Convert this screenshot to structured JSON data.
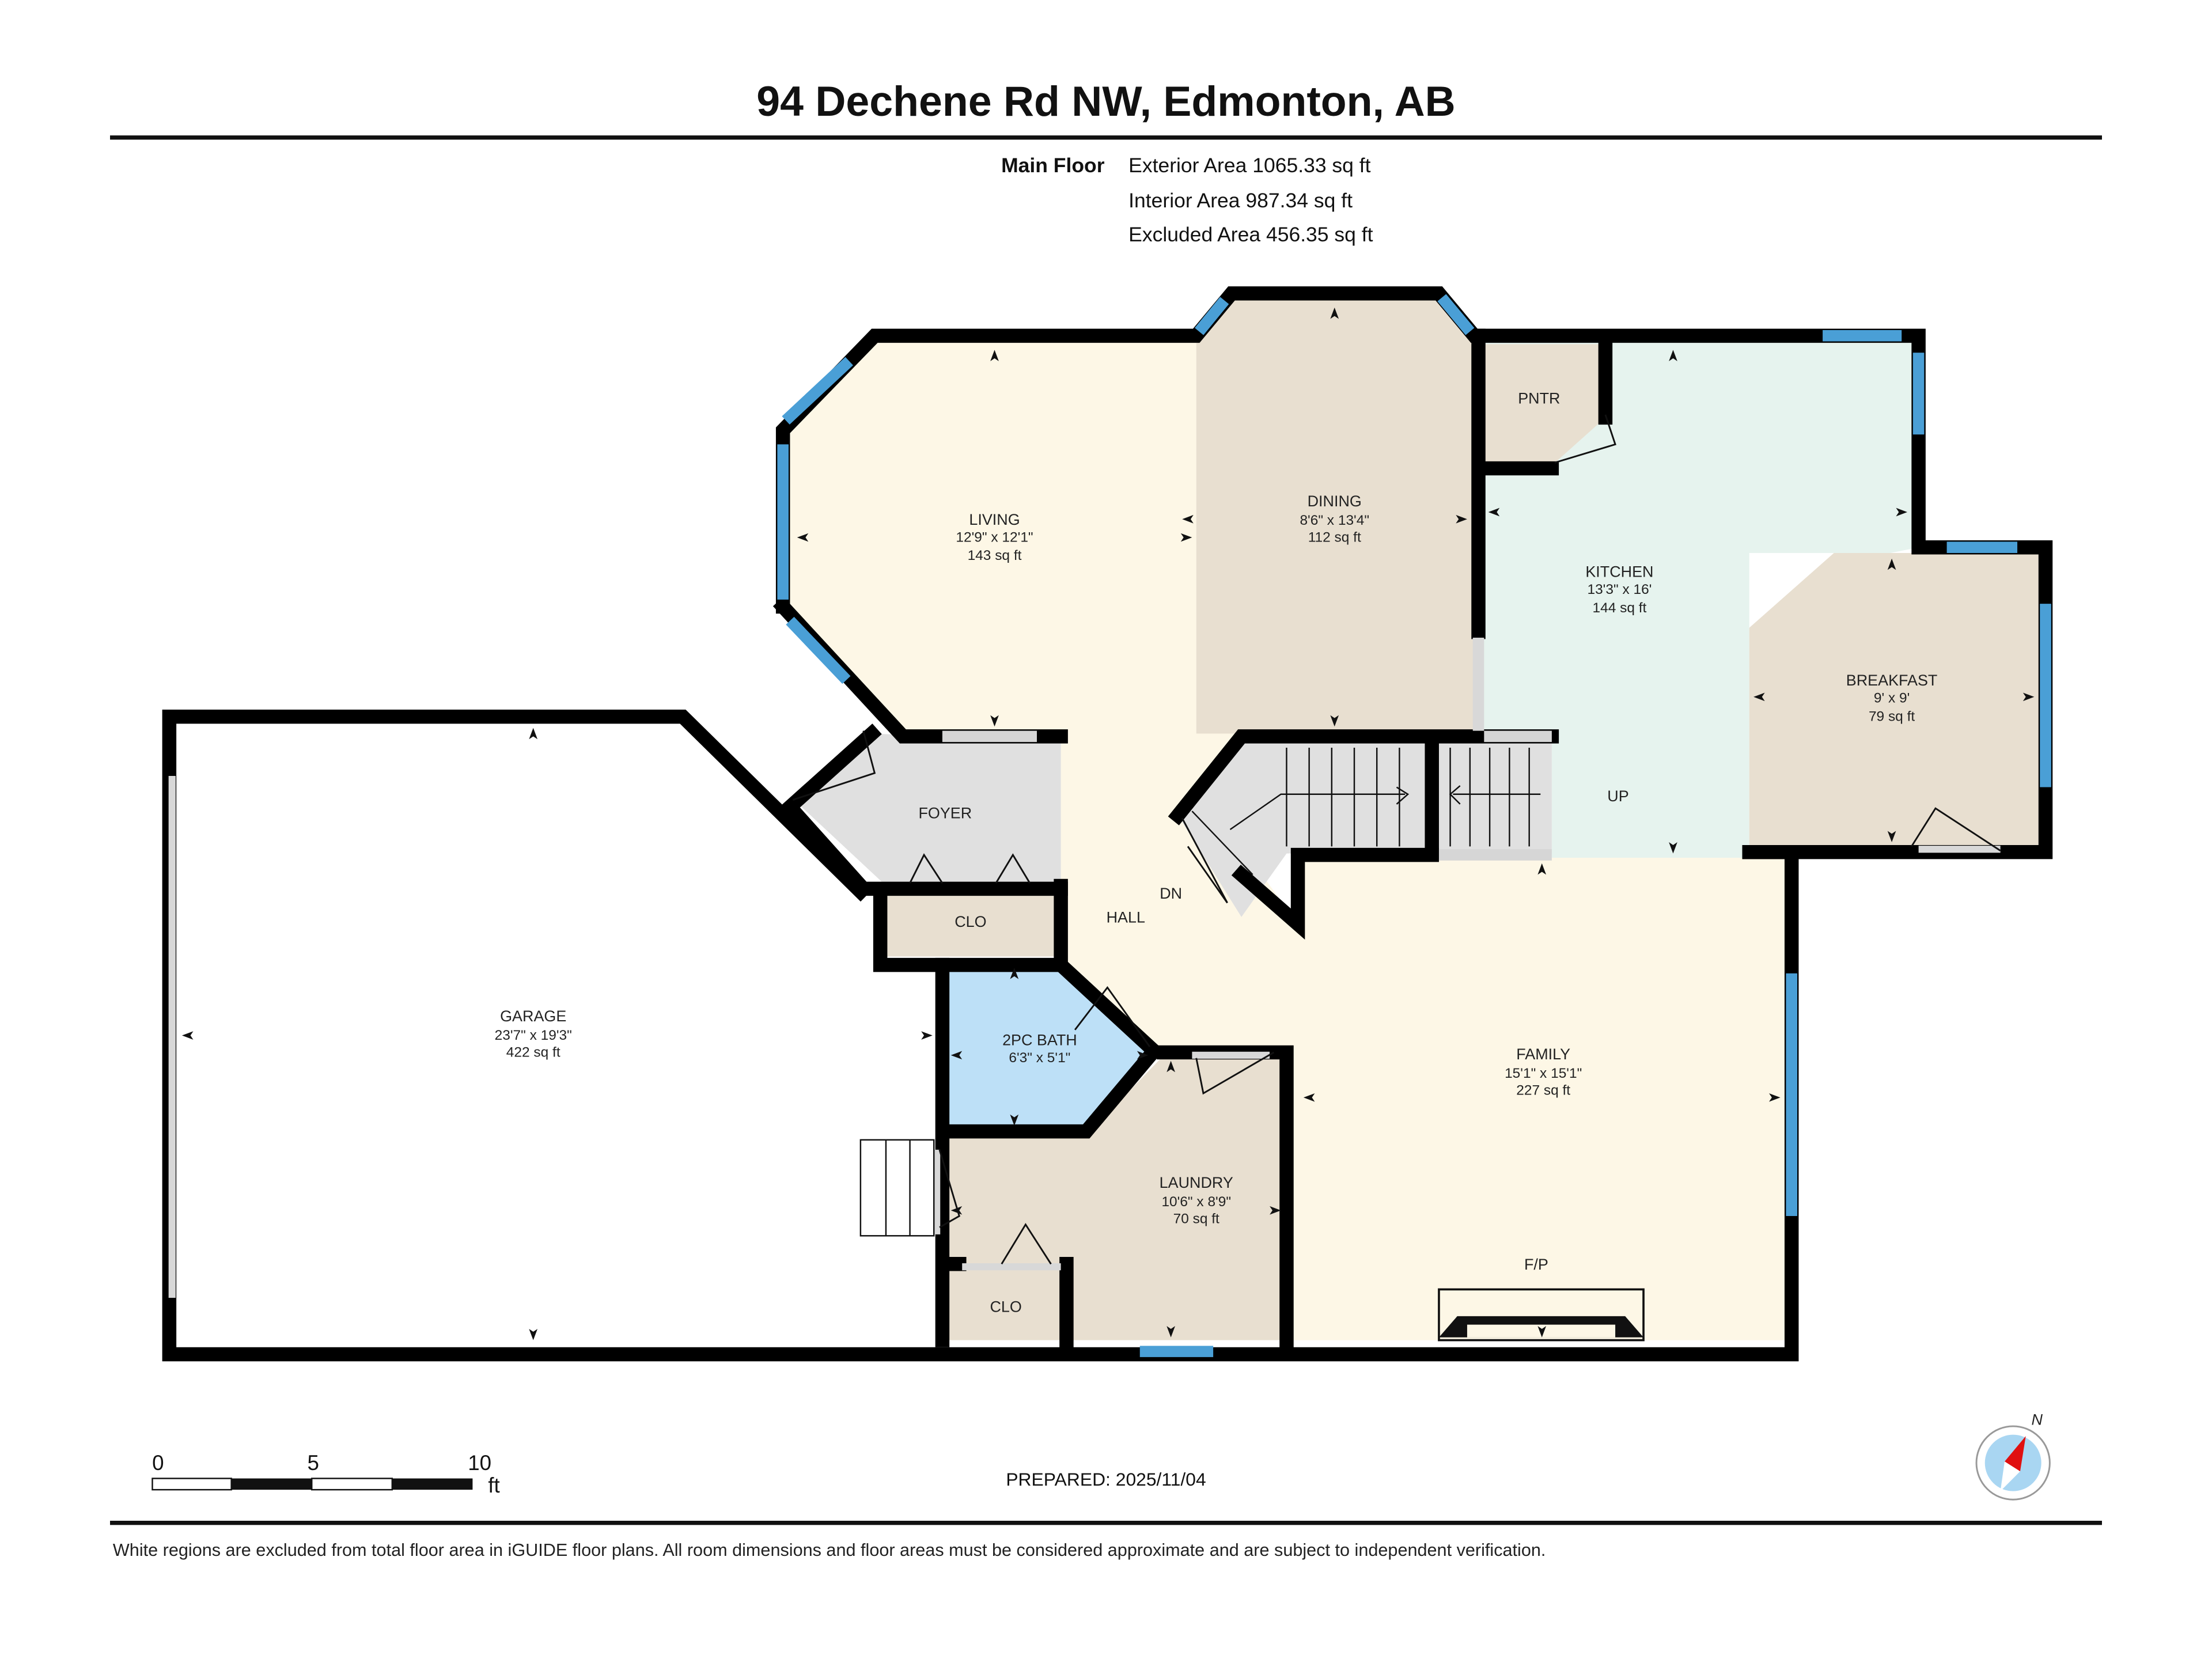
{
  "header": {
    "title": "94 Dechene Rd NW, Edmonton, AB",
    "floor_label": "Main Floor",
    "areas": [
      "Exterior Area 1065.33 sq ft",
      "Interior Area 987.34 sq ft",
      "Excluded Area 456.35 sq ft"
    ]
  },
  "rooms": {
    "living": {
      "name": "LIVING",
      "dims": "12'9\" x 12'1\"",
      "area": "143 sq ft"
    },
    "dining": {
      "name": "DINING",
      "dims": "8'6\" x 13'4\"",
      "area": "112 sq ft"
    },
    "kitchen": {
      "name": "KITCHEN",
      "dims": "13'3\" x 16'",
      "area": "144 sq ft"
    },
    "breakfast": {
      "name": "BREAKFAST",
      "dims": "9' x 9'",
      "area": "79 sq ft"
    },
    "garage": {
      "name": "GARAGE",
      "dims": "23'7\" x 19'3\"",
      "area": "422 sq ft"
    },
    "bath": {
      "name": "2PC BATH",
      "dims": "6'3\" x 5'1\"",
      "area": ""
    },
    "laundry": {
      "name": "LAUNDRY",
      "dims": "10'6\" x 8'9\"",
      "area": "70 sq ft"
    },
    "family": {
      "name": "FAMILY",
      "dims": "15'1\" x 15'1\"",
      "area": "227 sq ft"
    }
  },
  "labels": {
    "pantry": "PNTR",
    "foyer": "FOYER",
    "closet_foyer": "CLO",
    "closet_laundry": "CLO",
    "hall": "HALL",
    "stairs_down": "DN",
    "stairs_up": "UP",
    "fireplace": "F/P"
  },
  "scale_bar": {
    "ticks": [
      "0",
      "5",
      "10"
    ],
    "unit": "ft"
  },
  "compass": {
    "label": "N"
  },
  "prepared": "PREPARED: 2025/11/04",
  "footer": "White regions are excluded from total floor area in iGUIDE floor plans. All room dimensions and floor areas must be considered approximate and are subject to independent verification.",
  "colors": {
    "wall": "#000000",
    "window": "#4a9fd6",
    "living_family_hall": "#fdf7e6",
    "dining_pantry_breakfast_laundry": "#e8dfd0",
    "kitchen": "#e6f3ee",
    "foyer_stairs": "#e0e0e0",
    "bath": "#bde0f7",
    "garage": "#ffffff",
    "compass_fill": "#a9d6f2",
    "compass_needle": "#e01010"
  }
}
